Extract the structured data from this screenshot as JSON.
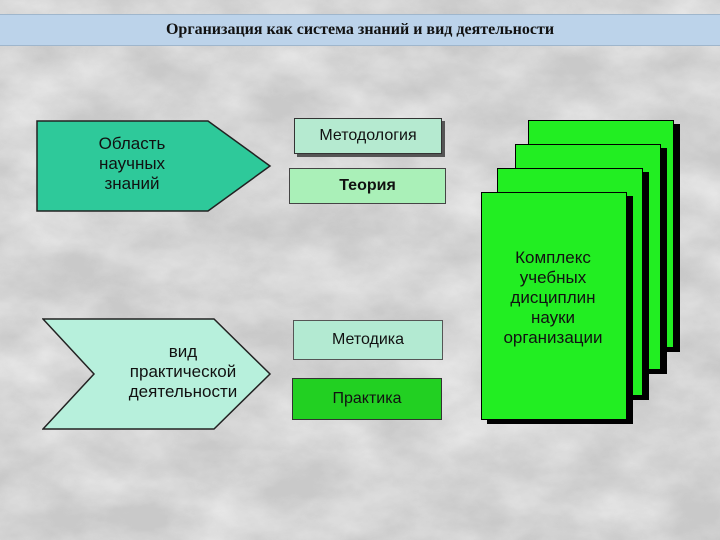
{
  "title": "Организация как система знаний и вид деятельности",
  "colors": {
    "arrow_fill": "#2ec99a",
    "chevron_fill": "#b7f0dc",
    "card_fill": "#22ee22",
    "praktika_fill": "#22d022",
    "title_bar": "#bcd3ea"
  },
  "left": {
    "knowledge_label": "Область\nнаучных\nзнаний",
    "activity_label": "вид\nпрактической\nдеятельности"
  },
  "middle": {
    "metodologia": "Методология",
    "teoriya": "Теория",
    "metodika": "Методика",
    "praktika": "Практика"
  },
  "cards": {
    "front_label": "Комплекс\nучебных\nдисциплин\nнауки\nорганизации"
  }
}
